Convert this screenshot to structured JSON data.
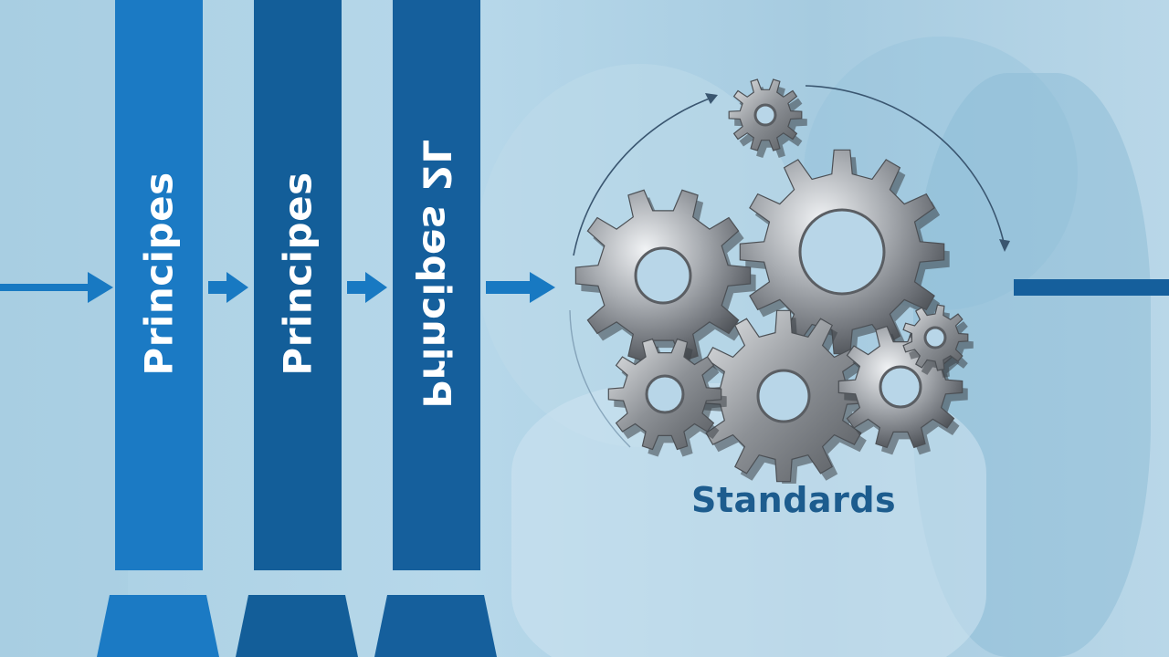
{
  "diagram": {
    "pillars": [
      {
        "label": "Principes",
        "color": "#1b7ac4"
      },
      {
        "label": "Principes",
        "color": "#135e99"
      },
      {
        "label": "Principes 2L",
        "color": "#155f9c"
      }
    ],
    "gears_label": "Standards",
    "colors": {
      "arrow": "#1879c2",
      "caption": "#1d5c8e",
      "background": "#b2d4e7"
    }
  }
}
